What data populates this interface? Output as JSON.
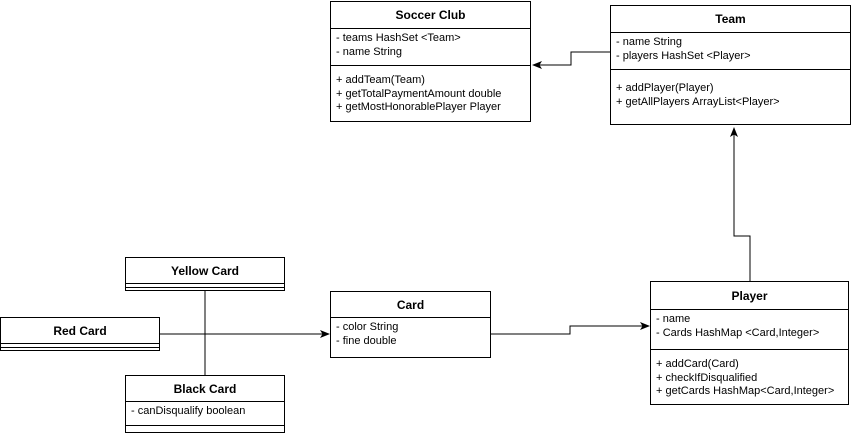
{
  "classes": {
    "soccer_club": {
      "name": "Soccer Club",
      "attributes": [
        "- teams HashSet <Team>",
        "- name String"
      ],
      "methods": [
        "+ addTeam(Team)",
        "+ getTotalPaymentAmount double",
        "+ getMostHonorablePlayer Player"
      ]
    },
    "team": {
      "name": "Team",
      "attributes": [
        "- name String",
        "- players HashSet <Player>"
      ],
      "methods": [
        "+ addPlayer(Player)",
        "+ getAllPlayers ArrayList<Player>"
      ]
    },
    "yellow_card": {
      "name": "Yellow Card",
      "attributes": [],
      "methods": []
    },
    "red_card": {
      "name": "Red Card",
      "attributes": [],
      "methods": []
    },
    "black_card": {
      "name": "Black Card",
      "attributes": [
        "- canDisqualify boolean"
      ],
      "methods": []
    },
    "card": {
      "name": "Card",
      "attributes": [
        "- color String",
        "- fine double"
      ],
      "methods": []
    },
    "player": {
      "name": "Player",
      "attributes": [
        "- name",
        "- Cards HashMap <Card,Integer>"
      ],
      "methods": [
        "+ addCard(Card)",
        "+ checkIfDisqualified",
        "+ getCards HashMap<Card,Integer>"
      ]
    }
  },
  "relations": [
    {
      "from": "team",
      "to": "soccer_club",
      "kind": "association-arrow"
    },
    {
      "from": "player",
      "to": "team",
      "kind": "association-arrow"
    },
    {
      "from": "red_card",
      "to": "card",
      "kind": "association-arrow"
    },
    {
      "from": "yellow_card",
      "to": "black_card",
      "kind": "line"
    },
    {
      "from": "card",
      "to": "player",
      "kind": "association-arrow"
    }
  ],
  "colors": {
    "stroke": "#000000",
    "fill": "#ffffff"
  }
}
